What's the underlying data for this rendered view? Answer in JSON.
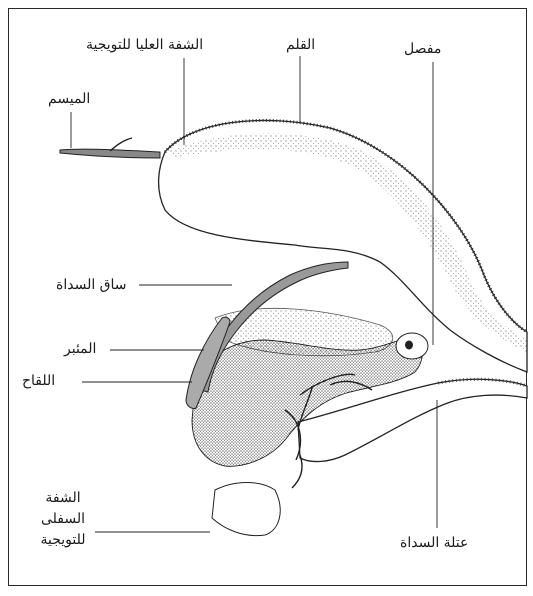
{
  "labels": {
    "stigma": "الميسم",
    "upper_lip": "الشفة العليا للتويجية",
    "style": "القلم",
    "joint": "مفصل",
    "stamen_stalk": "ساق السداة",
    "anther": "المئبر",
    "pollen": "اللقاح",
    "lower_lip_line1": "الشفة",
    "lower_lip_line2": "السفلى",
    "lower_lip_line3": "للتويجية",
    "stamen_lever": "عتلة السداة"
  }
}
